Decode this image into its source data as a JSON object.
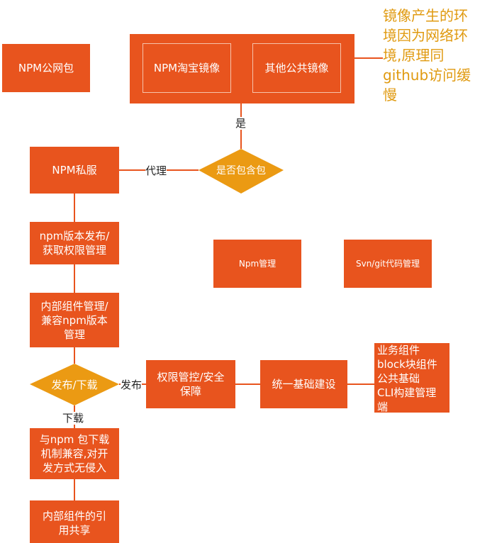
{
  "nodes": {
    "npm_public": "NPM公网包",
    "taobao_mirror": "NPM淘宝镜像",
    "other_mirror": "其他公共镜像",
    "private_server": "NPM私服",
    "contains_pkg": "是否包含包",
    "version_publish": "npm版本发布/\n获取权限管理",
    "internal_component": "内部组件管理/\n兼容npm版本\n管理",
    "publish_download": "发布/下载",
    "npm_download_compat": "与npm 包下载\n机制兼容,对开\n发方式无侵入",
    "internal_ref": "内部组件的引\n用共享",
    "npm_manage": "Npm管理",
    "svn_git_manage": "Svn/git代码管理",
    "permission_security": "权限管控/安全\n保障",
    "unified_infra": "统一基础建设",
    "business_components": "业务组件\nblock块组件\n公共基础\nCLI构建管理\n端"
  },
  "edge_labels": {
    "yes": "是",
    "proxy": "代理",
    "publish": "发布",
    "download": "下载"
  },
  "annotation": "镜像产生的环\n境因为网络环\n境,原理同\ngithub访问缓\n慢",
  "colors": {
    "box": "#e8541e",
    "decision": "#eb9a13",
    "line": "#e8541e",
    "note": "#e09a10"
  }
}
